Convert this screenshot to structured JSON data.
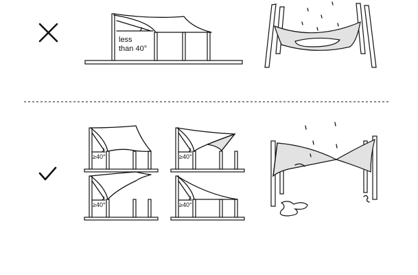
{
  "wrong": {
    "icon": "x-mark-icon",
    "label_line1": "less",
    "label_line2": "than 40°"
  },
  "right": {
    "icon": "check-mark-icon",
    "angle_labels": [
      "≥40°",
      "≥40°",
      "≥40°",
      "≥40°"
    ]
  },
  "colors": {
    "stroke": "#111111",
    "fabric": "#e2e2e2"
  }
}
